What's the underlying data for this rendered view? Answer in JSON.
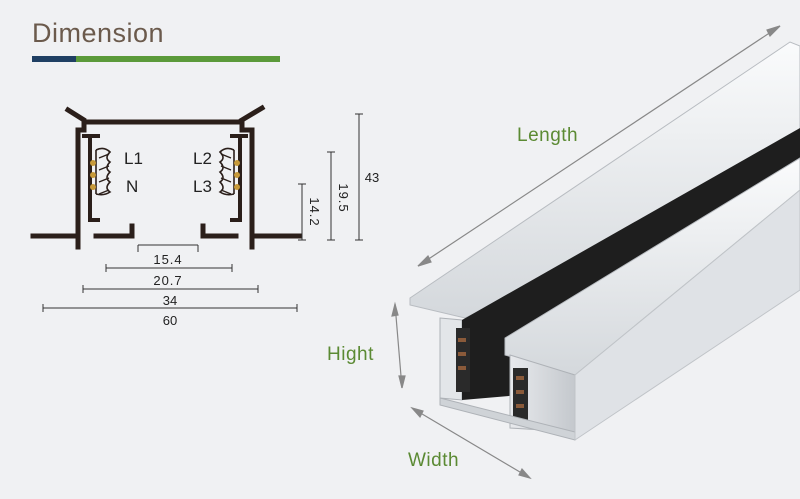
{
  "heading": "Dimension",
  "colors": {
    "heading_text": "#6b5a4c",
    "bar_navy": "#1f3f63",
    "bar_green": "#5b9a3a",
    "profile": "#2b1f1a",
    "label_green": "#5b8a33",
    "contact_gold": "#c79a3a"
  },
  "phases": {
    "l1": "L1",
    "n": "N",
    "l2": "L2",
    "l3": "L3"
  },
  "dimensions": {
    "d15_4": "15.4",
    "d20_7": "20.7",
    "d34": "34",
    "d60": "60",
    "d14_2": "14.2",
    "d19_5": "19.5",
    "d43": "43"
  },
  "track_labels": {
    "length": "Length",
    "height": "Hight",
    "width": "Width"
  }
}
